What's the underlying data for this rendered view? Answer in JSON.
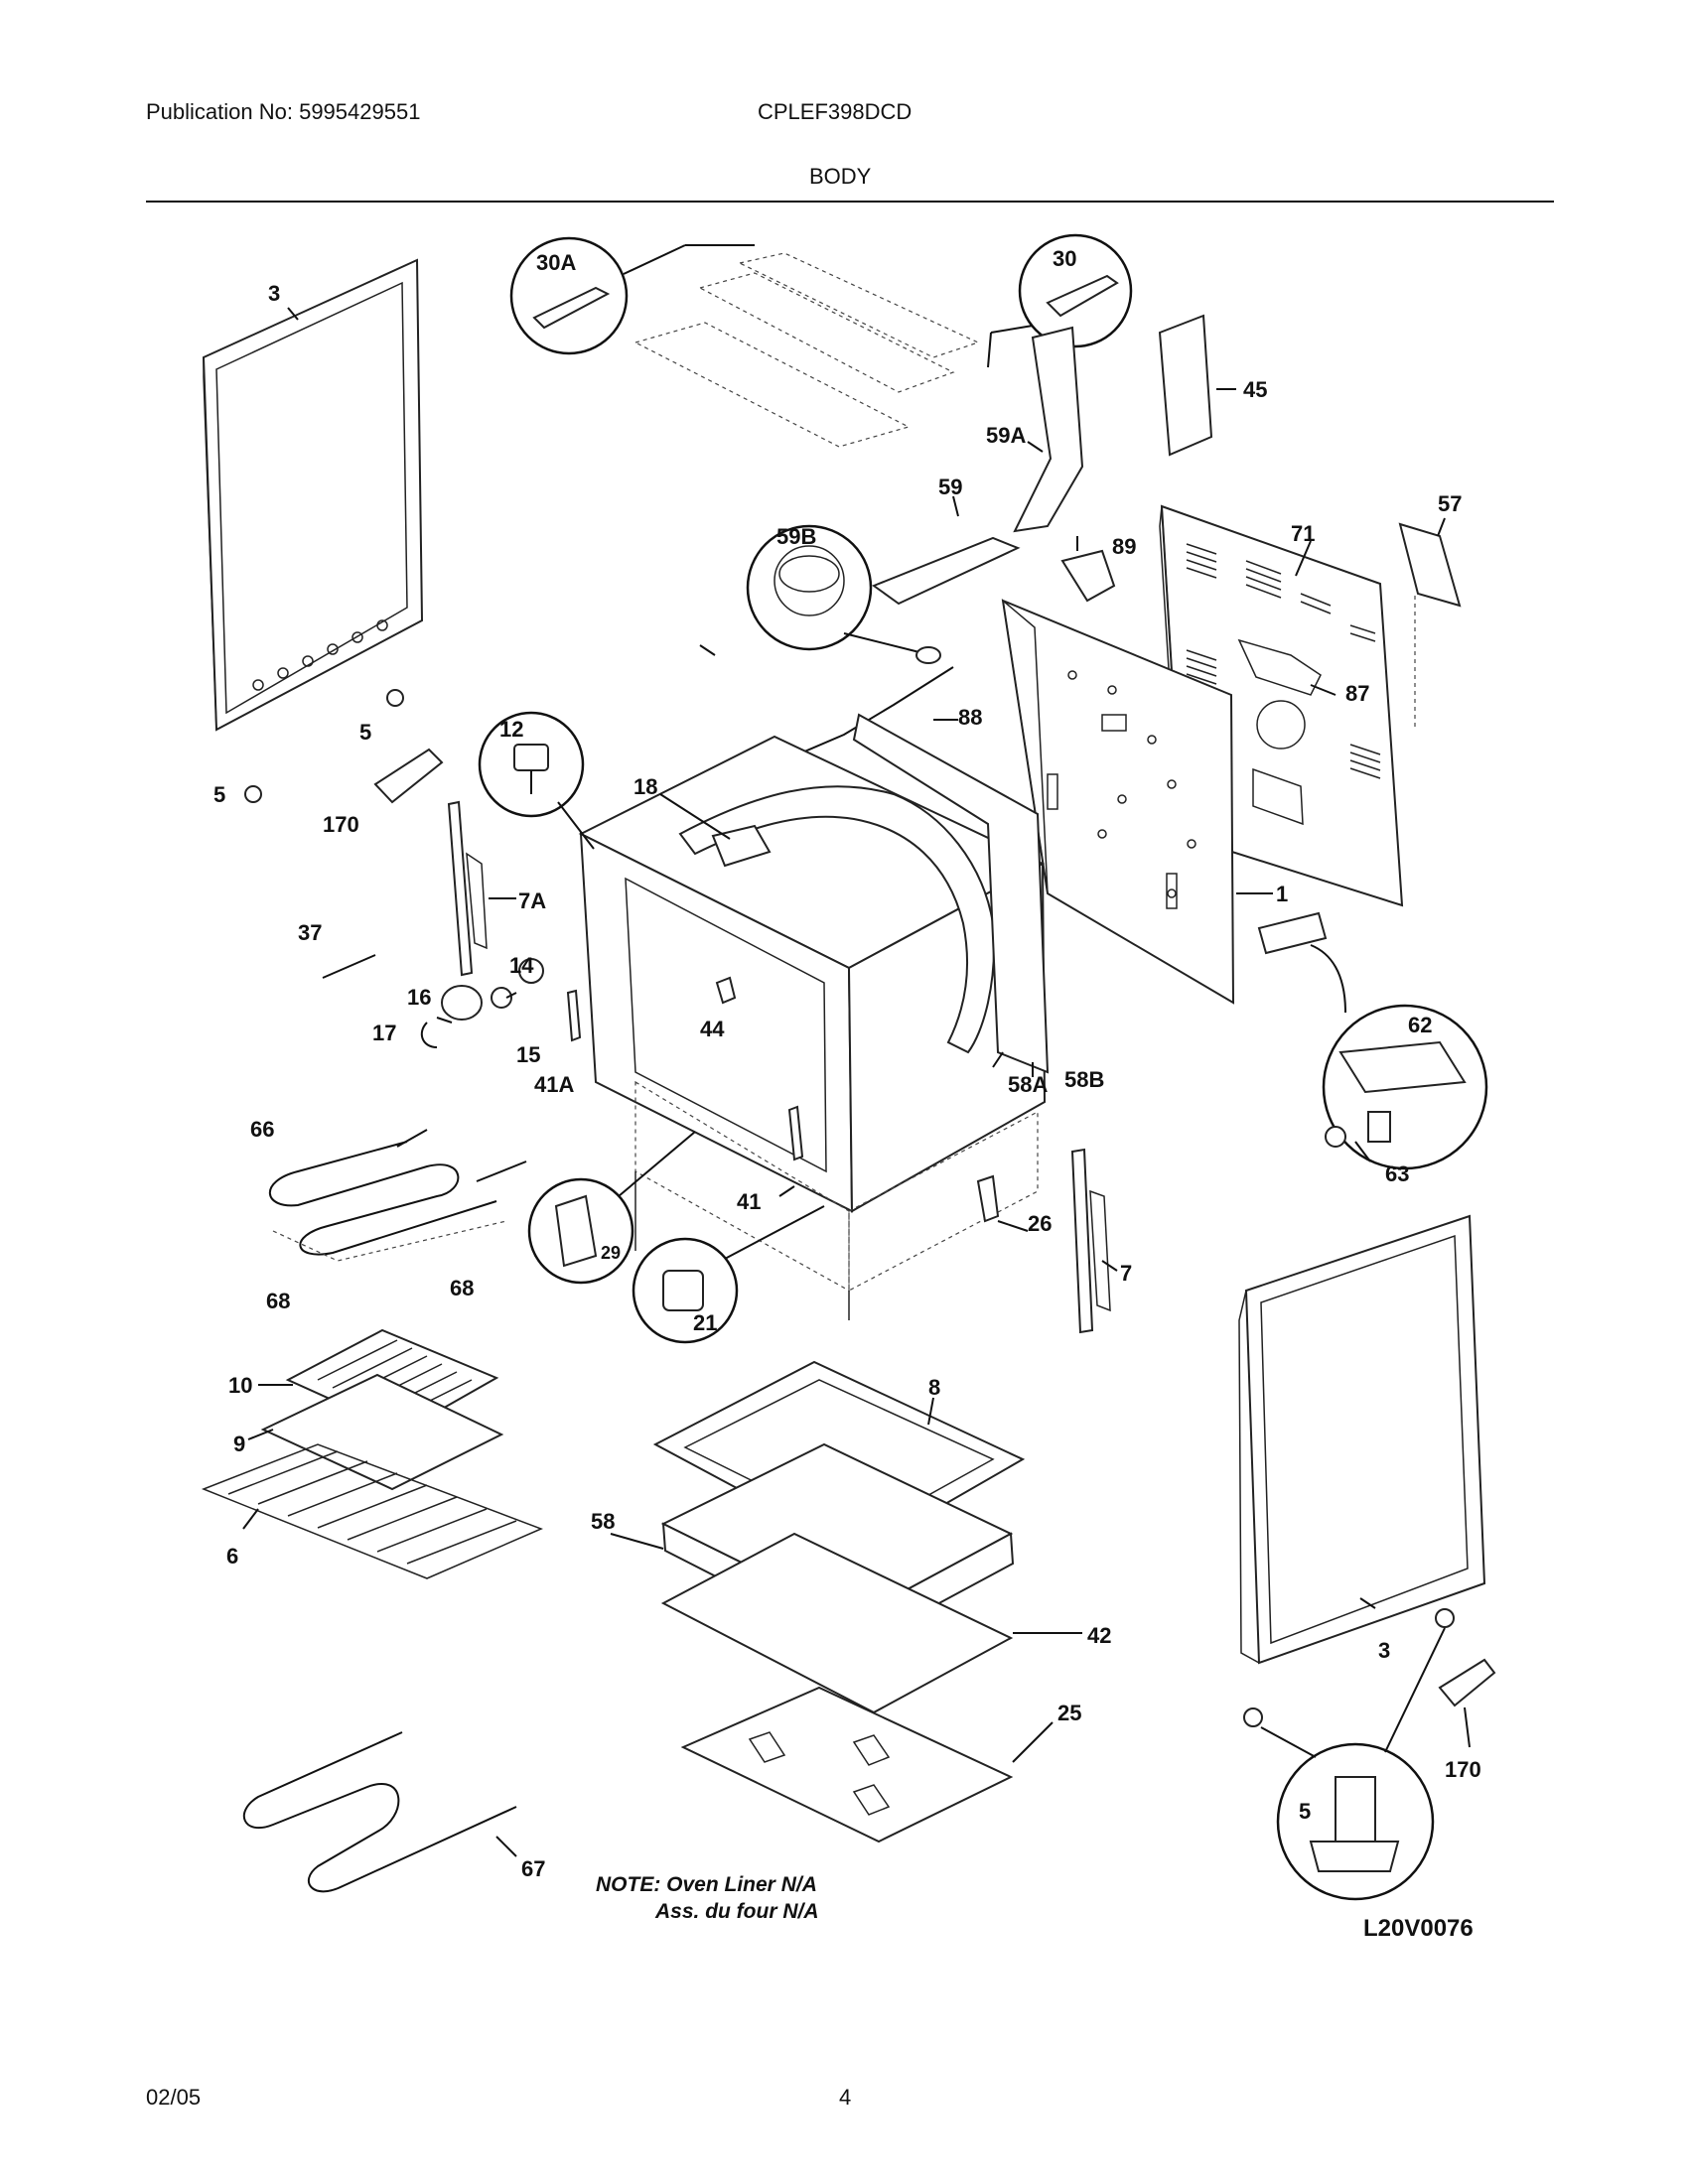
{
  "header": {
    "publication": "Publication No: 5995429551",
    "model": "CPLEF398DCD",
    "section": "BODY"
  },
  "note": {
    "line1": "NOTE: Oven Liner N/A",
    "line2": "Ass. du four N/A"
  },
  "diagram_code": "L20V0076",
  "footer": {
    "date": "02/05",
    "page": "4"
  },
  "part_labels": {
    "p3_left": "3",
    "p30A": "30A",
    "p30": "30",
    "p45": "45",
    "p59A": "59A",
    "p59": "59",
    "p57": "57",
    "p71": "71",
    "p59B": "59B",
    "p89": "89",
    "p87": "87",
    "p88": "88",
    "p5_upper": "5",
    "p5_lower": "5",
    "p12": "12",
    "p170_left": "170",
    "p18": "18",
    "p7A": "7A",
    "p1": "1",
    "p37": "37",
    "p14": "14",
    "p16": "16",
    "p17": "17",
    "p15": "15",
    "p44": "44",
    "p41A": "41A",
    "p62": "62",
    "p58A": "58A",
    "p58B": "58B",
    "p66": "66",
    "p63": "63",
    "p41": "41",
    "p29": "29",
    "p26": "26",
    "p7": "7",
    "p68_left": "68",
    "p68_right": "68",
    "p21": "21",
    "p10": "10",
    "p8": "8",
    "p9": "9",
    "p58": "58",
    "p6": "6",
    "p42": "42",
    "p3_right": "3",
    "p25": "25",
    "p170_right": "170",
    "p5_circle": "5",
    "p67": "67"
  }
}
